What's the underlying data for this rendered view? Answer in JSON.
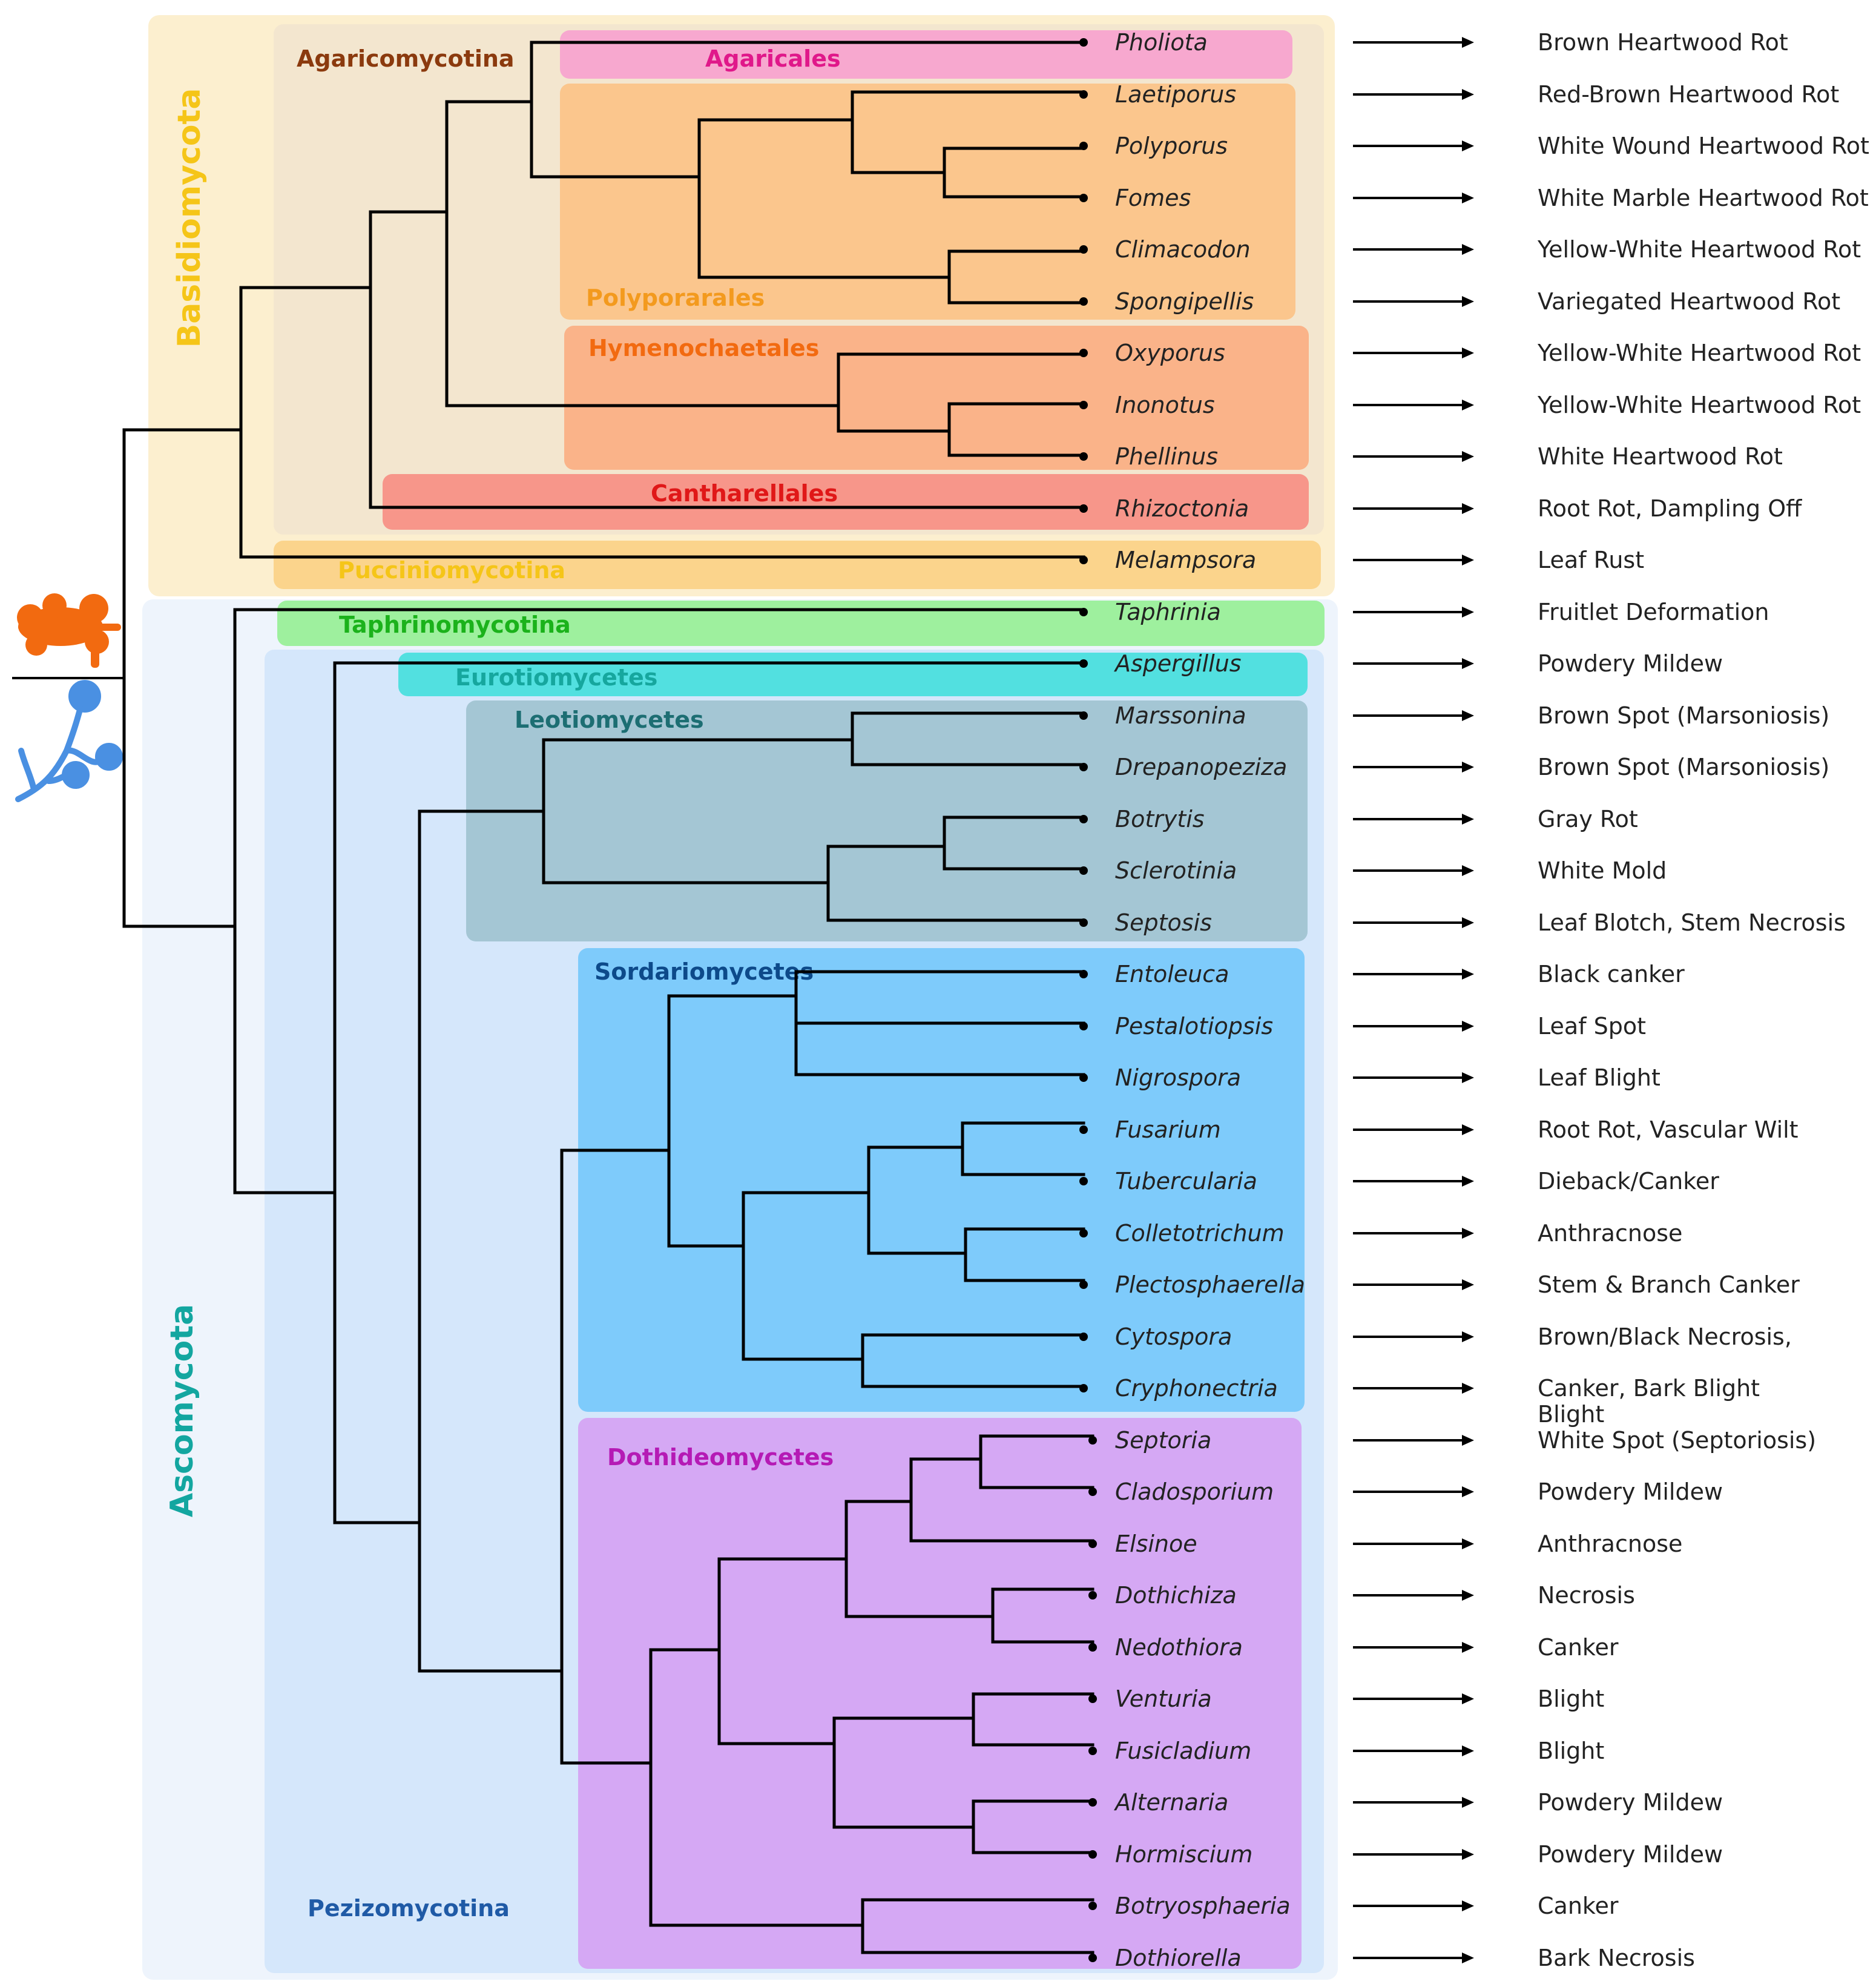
{
  "phyla": [
    {
      "id": "basidio",
      "label": "Basidiomycota",
      "color": "#f5c518",
      "bg": "#fcefcf"
    },
    {
      "id": "asco",
      "label": "Ascomycota",
      "color": "#13a6a0",
      "bg": "#e6f0fb"
    }
  ],
  "clades": [
    {
      "id": "agaricomycotina",
      "label": "Agaricomycotina",
      "color": "#8b3a0e",
      "bg": "#f3e6cf"
    },
    {
      "id": "agaricales",
      "label": "Agaricales",
      "color": "#e0188a",
      "bg": "#f7a8cf"
    },
    {
      "id": "polyporales",
      "label": "Polyporarales",
      "color": "#f39a1e",
      "bg": "#fbc68d"
    },
    {
      "id": "hymenochaetales",
      "label": "Hymenochaetales",
      "color": "#f26a10",
      "bg": "#fab389"
    },
    {
      "id": "cantharellales",
      "label": "Cantharellales",
      "color": "#e01818",
      "bg": "#f7968a"
    },
    {
      "id": "pucciniomycotina",
      "label": "Pucciniomycotina",
      "color": "#f5c518",
      "bg": "#fbd48c"
    },
    {
      "id": "taphrinomycotina",
      "label": "Taphrinomycotina",
      "color": "#1bb21b",
      "bg": "#9ef09e"
    },
    {
      "id": "pezizomycotina",
      "label": "Pezizomycotina",
      "color": "#1f5aa6",
      "bg": "#d5e7fb"
    },
    {
      "id": "eurotiomycetes",
      "label": "Eurotiomycetes",
      "color": "#16a79e",
      "bg": "#52e0e0"
    },
    {
      "id": "leotiomycetes",
      "label": "Leotiomycetes",
      "color": "#1d6e73",
      "bg": "#a4c6d4"
    },
    {
      "id": "sordariomycetes",
      "label": "Sordariomycetes",
      "color": "#0d4a8a",
      "bg": "#7ecbfb"
    },
    {
      "id": "dothideomycetes",
      "label": "Dothideomycetes",
      "color": "#b51ab5",
      "bg": "#d5a8f4"
    }
  ],
  "taxa": [
    {
      "name": "Pholiota",
      "disease": "Brown Heartwood Rot"
    },
    {
      "name": "Laetiporus",
      "disease": "Red-Brown Heartwood Rot"
    },
    {
      "name": "Polyporus",
      "disease": "White Wound Heartwood Rot"
    },
    {
      "name": "Fomes",
      "disease": "White Marble Heartwood Rot"
    },
    {
      "name": "Climacodon",
      "disease": "Yellow-White Heartwood Rot"
    },
    {
      "name": "Spongipellis",
      "disease": "Variegated Heartwood Rot"
    },
    {
      "name": "Oxyporus",
      "disease": "Yellow-White Heartwood Rot"
    },
    {
      "name": "Inonotus",
      "disease": "Yellow-White Heartwood Rot"
    },
    {
      "name": "Phellinus",
      "disease": "White Heartwood Rot"
    },
    {
      "name": "Rhizoctonia",
      "disease": "Root Rot, Dampling Off"
    },
    {
      "name": "Melampsora",
      "disease": "Leaf Rust"
    },
    {
      "name": "Taphrinia",
      "disease": "Fruitlet Deformation"
    },
    {
      "name": "Aspergillus",
      "disease": "Powdery Mildew"
    },
    {
      "name": "Marssonina",
      "disease": "Brown Spot (Marsoniosis)"
    },
    {
      "name": "Drepanopeziza",
      "disease": "Brown Spot (Marsoniosis)"
    },
    {
      "name": "Botrytis",
      "disease": "Gray Rot"
    },
    {
      "name": "Sclerotinia",
      "disease": "White Mold"
    },
    {
      "name": "Septosis",
      "disease": "Leaf Blotch, Stem Necrosis"
    },
    {
      "name": "Entoleuca",
      "disease": "Black canker"
    },
    {
      "name": "Pestalotiopsis",
      "disease": "Leaf Spot"
    },
    {
      "name": "Nigrospora",
      "disease": "Leaf Blight"
    },
    {
      "name": "Fusarium",
      "disease": "Root Rot, Vascular Wilt"
    },
    {
      "name": "Tubercularia",
      "disease": "Dieback/Canker"
    },
    {
      "name": "Colletotrichum",
      "disease": "Anthracnose"
    },
    {
      "name": "Plectosphaerella",
      "disease": "Stem & Branch Canker"
    },
    {
      "name": "Cytospora",
      "disease": "Brown/Black Necrosis,"
    },
    {
      "name": "Cryphonectria",
      "disease": "Canker, Bark Blight"
    },
    {
      "name": "Septoria",
      "disease": "White Spot (Septoriosis)"
    },
    {
      "name": "Cladosporium",
      "disease": "Powdery Mildew"
    },
    {
      "name": "Elsinoe",
      "disease": "Anthracnose"
    },
    {
      "name": "Dothichiza",
      "disease": "Necrosis"
    },
    {
      "name": "Nedothiora",
      "disease": "Canker"
    },
    {
      "name": "Venturia",
      "disease": "Blight"
    },
    {
      "name": "Fusicladium",
      "disease": "Blight"
    },
    {
      "name": "Alternaria",
      "disease": "Powdery Mildew"
    },
    {
      "name": "Hormiscium",
      "disease": "Powdery Mildew"
    },
    {
      "name": "Botryosphaeria",
      "disease": "Canker"
    },
    {
      "name": "Dothiorella",
      "disease": "Bark Necrosis"
    }
  ],
  "extra_disease_line": "Blight",
  "icons": {
    "basidio": {
      "name": "basidiomycete-fungus-icon",
      "color": "#f26a10"
    },
    "asco": {
      "name": "ascomycete-fungus-icon",
      "color": "#4a90e2"
    }
  }
}
